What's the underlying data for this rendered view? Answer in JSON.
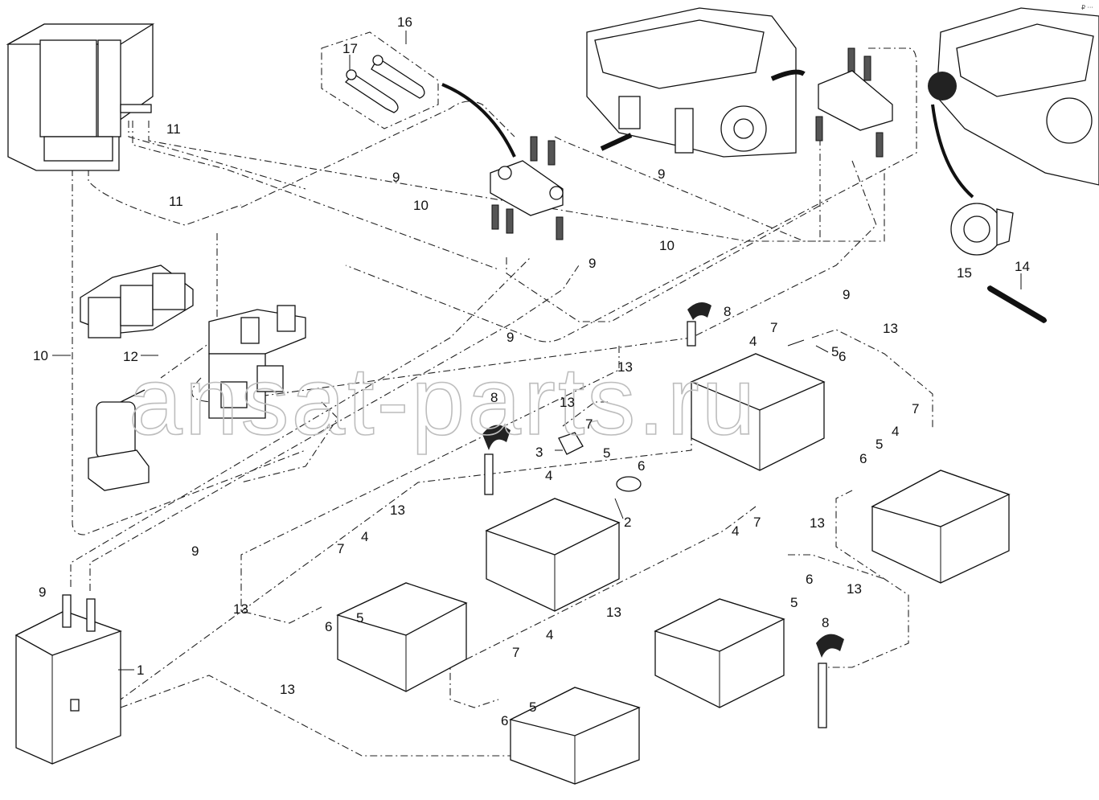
{
  "watermark": "ansat-parts.ru",
  "corner_mark": "₽ ‧‧‧",
  "callouts": {
    "c1": "1",
    "c2": "2",
    "c3": "3",
    "c4a": "4",
    "c4b": "4",
    "c4c": "4",
    "c4d": "4",
    "c4e": "4",
    "c4f": "4",
    "c5a": "5",
    "c5b": "5",
    "c5c": "5",
    "c5d": "5",
    "c5e": "5",
    "c5f": "5",
    "c6a": "6",
    "c6b": "6",
    "c6c": "6",
    "c6d": "6",
    "c6e": "6",
    "c6f": "6",
    "c7a": "7",
    "c7b": "7",
    "c7c": "7",
    "c7d": "7",
    "c7e": "7",
    "c7f": "7",
    "c8a": "8",
    "c8b": "8",
    "c8c": "8",
    "c9a": "9",
    "c9b": "9",
    "c9c": "9",
    "c9d": "9",
    "c9e": "9",
    "c9f": "9",
    "c9g": "9",
    "c10a": "10",
    "c10b": "10",
    "c10c": "10",
    "c11a": "11",
    "c11b": "11",
    "c12": "12",
    "c13a": "13",
    "c13b": "13",
    "c13c": "13",
    "c13d": "13",
    "c13e": "13",
    "c13f": "13",
    "c13g": "13",
    "c13h": "13",
    "c13i": "13",
    "c14": "14",
    "c15": "15",
    "c16": "16",
    "c17": "17"
  }
}
